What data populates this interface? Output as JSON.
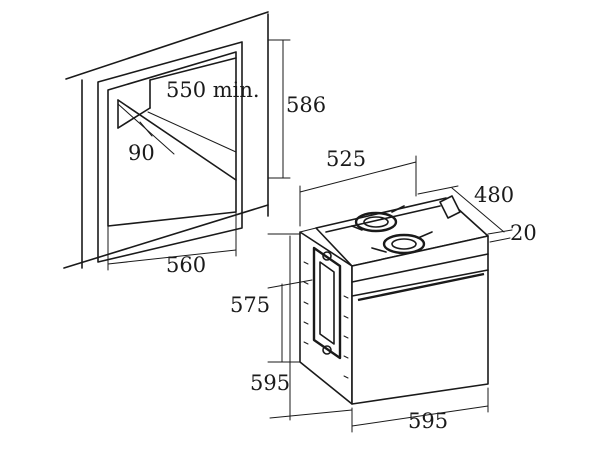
{
  "niche": {
    "height": "586",
    "width": "560",
    "depth": "550 min.",
    "vent_gap": "90"
  },
  "oven": {
    "width_top": "525",
    "depth": "480",
    "front_offset": "20",
    "body_height": "575",
    "total_height": "595",
    "front_width": "595"
  }
}
